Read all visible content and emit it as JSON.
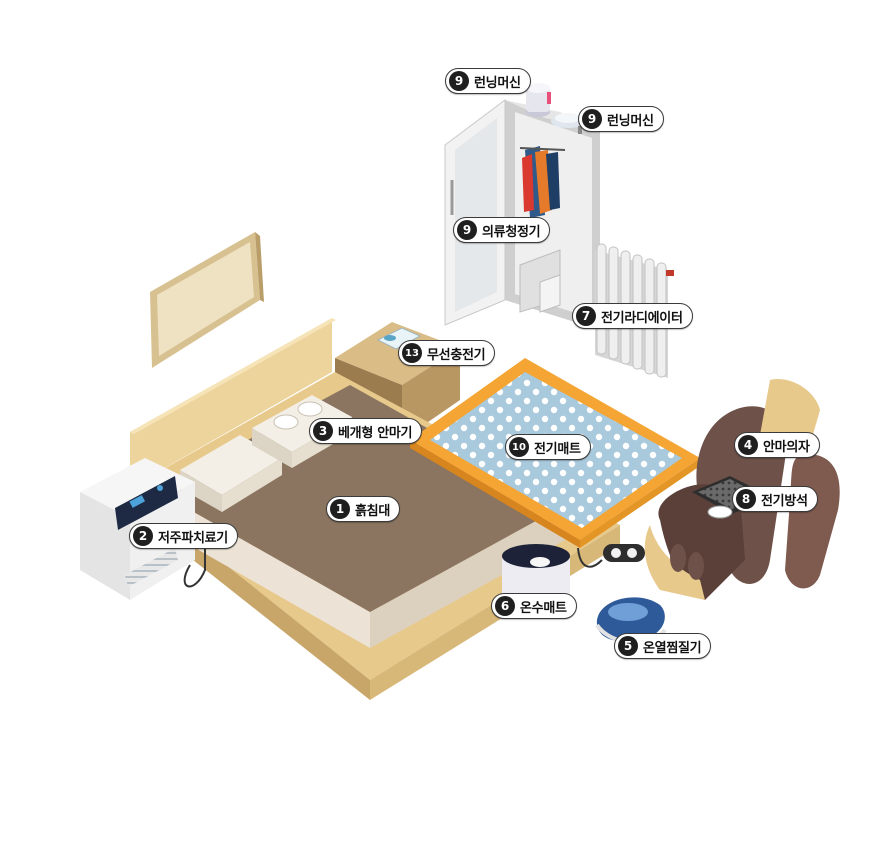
{
  "labels": [
    {
      "num": "9",
      "text": "런닝머신"
    },
    {
      "num": "9",
      "text": "런닝머신"
    },
    {
      "num": "9",
      "text": "의류청정기"
    },
    {
      "num": "7",
      "text": "전기라디에이터"
    },
    {
      "num": "13",
      "text": "무선충전기"
    },
    {
      "num": "3",
      "text": "베개형 안마기"
    },
    {
      "num": "10",
      "text": "전기매트"
    },
    {
      "num": "4",
      "text": "안마의자"
    },
    {
      "num": "8",
      "text": "전기방석"
    },
    {
      "num": "1",
      "text": "흙침대"
    },
    {
      "num": "2",
      "text": "저주파치료기"
    },
    {
      "num": "6",
      "text": "온수매트"
    },
    {
      "num": "5",
      "text": "온열찜질기"
    }
  ],
  "colors": {
    "label_border": "#3a3a3a",
    "badge": "#1f1f1f",
    "mattress": "#8b7560",
    "bed_frame": "#e9cf94",
    "mat_border": "#f4a534",
    "mat_fill": "#a9c9dd",
    "chair": "#6e5148",
    "wardrobe": "#d9d9d9"
  }
}
